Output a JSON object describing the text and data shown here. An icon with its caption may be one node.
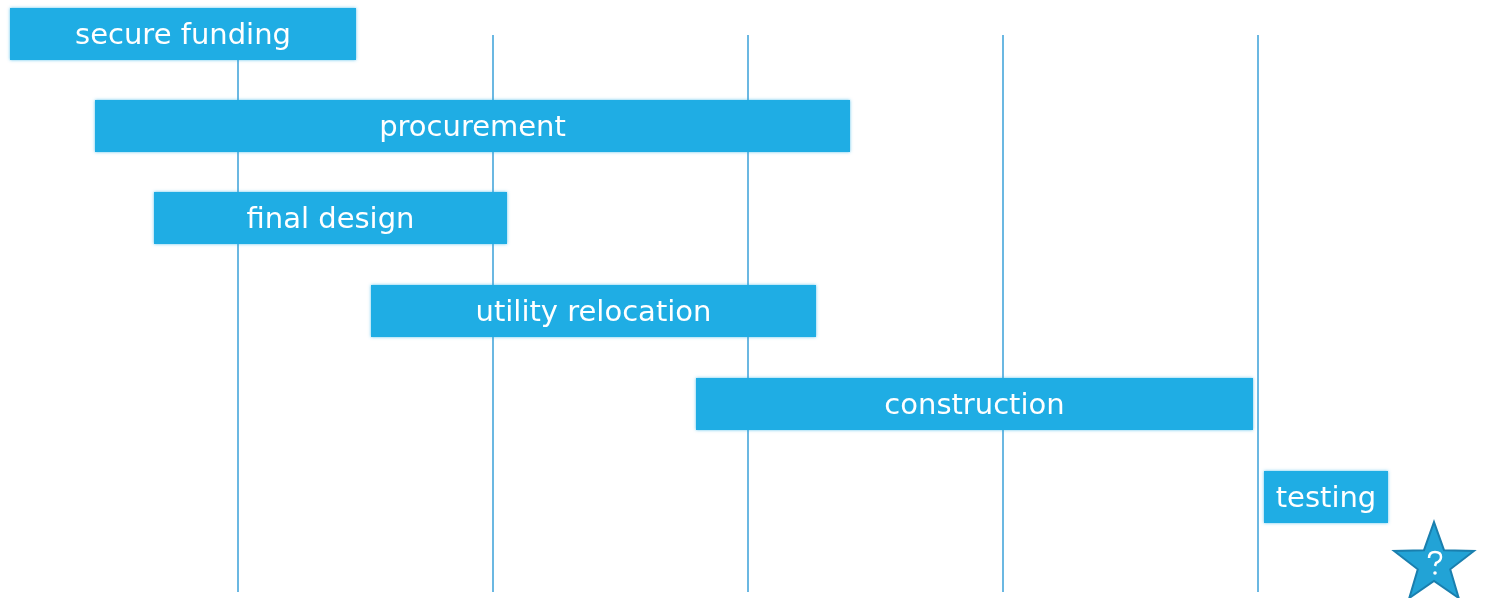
{
  "diagram": {
    "nodes": [
      {
        "text": [
          "secure funding"
        ]
      },
      {
        "text": [
          "procurement"
        ]
      },
      {
        "text": [
          "final design"
        ]
      },
      {
        "text": [
          "utility relocation"
        ]
      },
      {
        "text": [
          "construction"
        ]
      },
      {
        "text": [
          "testing"
        ]
      }
    ]
  }
}
